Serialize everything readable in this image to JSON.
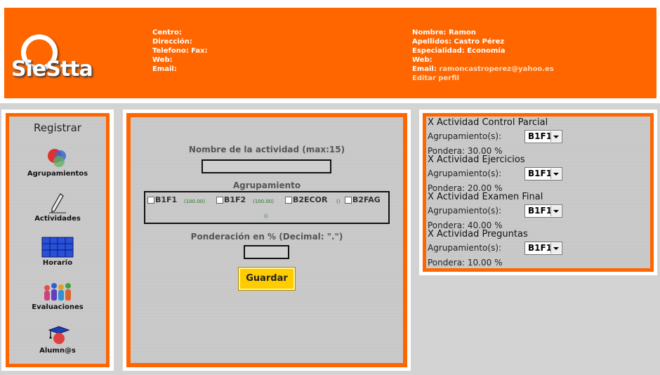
{
  "app": {
    "logo_text": "SieStta"
  },
  "header": {
    "centre": {
      "centro_label": "Centro:",
      "direccion_label": "Dirección:",
      "telefono_label": "Telefono: Fax:",
      "web_label": "Web:",
      "email_label": "Email:"
    },
    "user": {
      "nombre_label": "Nombre:",
      "nombre_value": "Ramon",
      "apellidos_label": "Apellidos:",
      "apellidos_value": "Castro Pérez",
      "especialidad_label": "Especialidad:",
      "especialidad_value": "Economía",
      "web_label": "Web:",
      "email_label": "Email:",
      "email_value": "ramoncastroperez@yahoo.es",
      "edit_profile": "Editar perfil"
    }
  },
  "menu": {
    "title": "Registrar",
    "items": [
      {
        "label": "Agrupamientos",
        "icon": "groups-icon"
      },
      {
        "label": "Actividades",
        "icon": "pencil-icon"
      },
      {
        "label": "Horario",
        "icon": "calendar-grid-icon"
      },
      {
        "label": "Evaluaciones",
        "icon": "people-icon"
      },
      {
        "label": "Alumn@s",
        "icon": "graduate-icon"
      }
    ]
  },
  "form": {
    "name_label": "Nombre de la actividad (max:15)",
    "name_value": "",
    "group_label": "Agrupamiento",
    "groups": [
      {
        "name": "B1F1",
        "pct": "(100.00)"
      },
      {
        "name": "B1F2",
        "pct": "(100.00)"
      },
      {
        "name": "B2ECOR",
        "pct": "()"
      },
      {
        "name": "B2FAG",
        "pct": "()"
      }
    ],
    "weight_label": "Ponderación en % (Decimal: \".\")",
    "weight_value": "",
    "save_label": "Guardar"
  },
  "activities": {
    "items": [
      {
        "x": "X",
        "title": "Actividad Control Parcial",
        "group_label": "Agrupamiento(s):",
        "group_value": "B1F1",
        "weight": "Pondera: 30.00 %"
      },
      {
        "x": "X",
        "title": "Actividad Ejercicios",
        "group_label": "Agrupamiento(s):",
        "group_value": "B1F1",
        "weight": "Pondera: 20.00 %"
      },
      {
        "x": "X",
        "title": "Actividad Examen Final",
        "group_label": "Agrupamiento(s):",
        "group_value": "B1F1",
        "weight": "Pondera: 40.00 %"
      },
      {
        "x": "X",
        "title": "Actividad Preguntas",
        "group_label": "Agrupamiento(s):",
        "group_value": "B1F1",
        "weight": "Pondera: 10.00 %"
      }
    ]
  },
  "colors": {
    "accent": "#ff6600",
    "button": "#ffcc00",
    "pct_green": "#1a7a1a"
  }
}
